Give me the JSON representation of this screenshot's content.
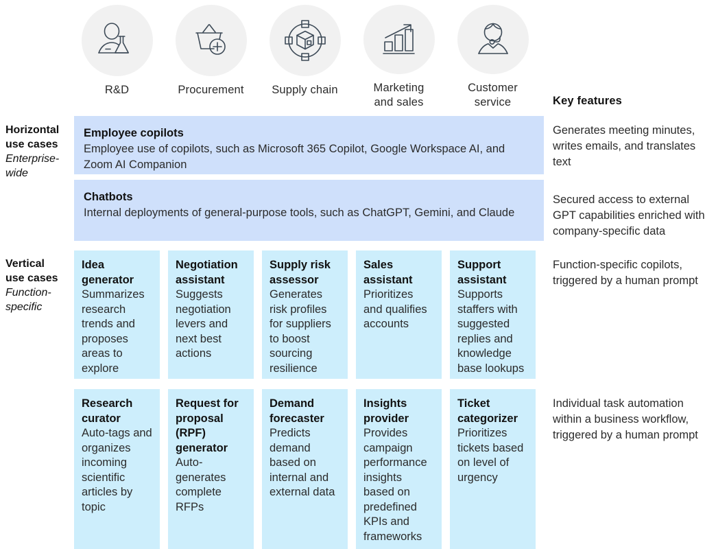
{
  "header": {
    "key_features_label": "Key features",
    "functions": [
      {
        "label": "R&D",
        "icon": "scientist-flask-icon"
      },
      {
        "label": "Procurement",
        "icon": "basket-plus-icon"
      },
      {
        "label": "Supply chain",
        "icon": "box-network-icon"
      },
      {
        "label": "Marketing\nand sales",
        "icon": "bar-chart-arrow-icon"
      },
      {
        "label": "Customer\nservice",
        "icon": "headset-agent-icon"
      }
    ]
  },
  "rows": {
    "horizontal": {
      "label_strong": "Horizontal\nuse cases",
      "label_italic": "Enterprise-\nwide",
      "bands": [
        {
          "title": "Employee copilots",
          "desc": "Employee use of copilots, such as Microsoft 365 Copilot, Google Workspace AI, and Zoom AI Companion",
          "key_feature": "Generates meeting minutes, writes emails, and translates text"
        },
        {
          "title": "Chatbots",
          "desc": "Internal deployments of general-purpose tools, such as ChatGPT, Gemini, and Claude",
          "key_feature": "Secured access to external GPT capabilities enriched with company-specific data"
        }
      ]
    },
    "vertical": {
      "label_strong": "Vertical\nuse cases",
      "label_italic": "Function-\nspecific",
      "tiers": [
        {
          "key_feature": "Function-specific copilots, triggered by a human prompt",
          "cards": [
            {
              "title": "Idea generator",
              "desc": "Summarizes research trends and proposes areas to explore"
            },
            {
              "title": "Negotiation assistant",
              "desc": "Suggests negotiation levers and next best actions"
            },
            {
              "title": "Supply risk assessor",
              "desc": "Generates risk profiles for suppliers to boost sourcing resilience"
            },
            {
              "title": "Sales assistant",
              "desc": "Prioritizes and qualifies accounts"
            },
            {
              "title": "Support assistant",
              "desc": "Supports staffers with suggested replies and knowledge base lookups"
            }
          ]
        },
        {
          "key_feature": "Individual task automation within a business workflow, triggered by a human prompt",
          "cards": [
            {
              "title": "Research curator",
              "desc": "Auto-tags and organizes incoming scientific articles by topic"
            },
            {
              "title": "Request for proposal (RPF) generator",
              "desc": "Auto-generates complete RFPs"
            },
            {
              "title": "Demand forecaster",
              "desc": "Predicts demand based on internal and external data"
            },
            {
              "title": "Insights provider",
              "desc": "Provides campaign performance insights based on predefined KPIs and frameworks"
            },
            {
              "title": "Ticket categorizer",
              "desc": "Prioritizes tickets based on level of urgency"
            }
          ]
        }
      ]
    }
  },
  "colors": {
    "horizontal_band": "#cfe0fb",
    "vertical_card": "#cdeefc",
    "icon_circle": "#f1f1f1",
    "icon_stroke": "#3d4a57",
    "text": "#2b2b2b",
    "heading": "#111111"
  }
}
